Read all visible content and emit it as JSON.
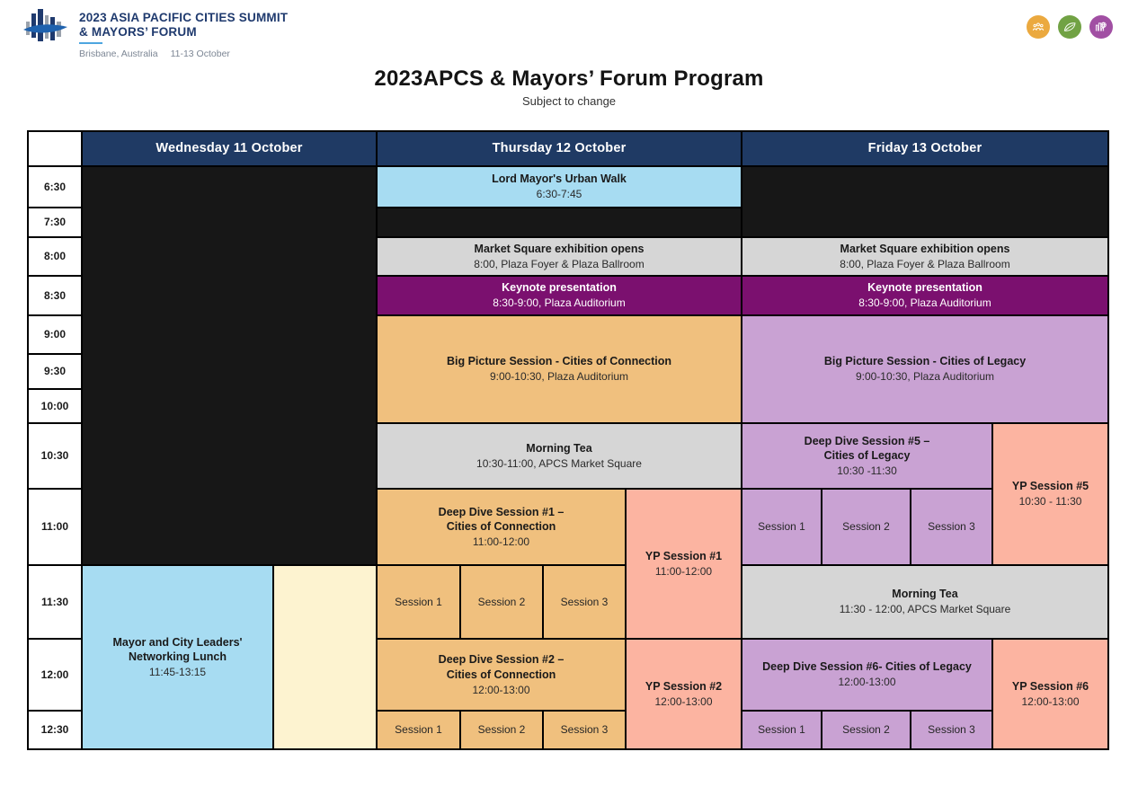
{
  "brand": {
    "line1": "2023 ASIA PACIFIC CITIES SUMMIT",
    "line2": "& MAYORS’ FORUM",
    "location": "Brisbane, Australia",
    "dates": "11-13 October"
  },
  "theme_icons": [
    {
      "name": "people-icon",
      "color": "#eba93f"
    },
    {
      "name": "leaf-icon",
      "color": "#71a244"
    },
    {
      "name": "city-globe-icon",
      "color": "#a14fa3"
    }
  ],
  "page": {
    "title": "2023APCS & Mayors’ Forum Program",
    "subtitle": "Subject to change"
  },
  "colors": {
    "header_navy": "#1f3a64",
    "empty_black": "#171717",
    "light_blue": "#a7dcf2",
    "gray": "#d6d6d6",
    "keynote_purple": "#7b106f",
    "connection_tan": "#f0c07e",
    "legacy_lavender": "#c9a2d3",
    "yp_salmon": "#fcb4a1",
    "cream": "#fdf3d0"
  },
  "schedule": {
    "days": [
      "Wednesday 11 October",
      "Thursday 12 October",
      "Friday 13 October"
    ],
    "times": [
      "6:30",
      "7:30",
      "8:00",
      "8:30",
      "9:00",
      "9:30",
      "10:00",
      "10:30",
      "11:00",
      "11:30",
      "12:00",
      "12:30"
    ],
    "sessions": [
      "Session 1",
      "Session 2",
      "Session 3"
    ],
    "events": {
      "urban_walk": {
        "title": "Lord Mayor's Urban Walk",
        "detail": "6:30-7:45"
      },
      "market_sq_thu": {
        "title": "Market Square exhibition opens",
        "detail": "8:00, Plaza Foyer & Plaza Ballroom"
      },
      "market_sq_fri": {
        "title": "Market Square exhibition opens",
        "detail": "8:00, Plaza Foyer & Plaza Ballroom"
      },
      "keynote_thu": {
        "title": "Keynote presentation",
        "detail": "8:30-9:00, Plaza Auditorium"
      },
      "keynote_fri": {
        "title": "Keynote presentation",
        "detail": "8:30-9:00, Plaza Auditorium"
      },
      "big_picture_thu": {
        "title": "Big Picture Session - Cities of Connection",
        "detail": "9:00-10:30, Plaza Auditorium"
      },
      "big_picture_fri": {
        "title": "Big Picture Session - Cities of Legacy",
        "detail": "9:00-10:30, Plaza Auditorium"
      },
      "morning_tea_thu": {
        "title": "Morning Tea",
        "detail": "10:30-11:00, APCS Market Square"
      },
      "morning_tea_fri": {
        "title": "Morning Tea",
        "detail": "11:30 - 12:00, APCS Market Square"
      },
      "dd1": {
        "line1": "Deep Dive Session #1 –",
        "line2": "Cities of Connection",
        "detail": "11:00-12:00"
      },
      "dd2": {
        "line1": "Deep Dive Session #2 –",
        "line2": "Cities of Connection",
        "detail": "12:00-13:00"
      },
      "dd5": {
        "line1": "Deep Dive Session #5 –",
        "line2": "Cities of Legacy",
        "detail": "10:30 -11:30"
      },
      "dd6": {
        "line1": "Deep Dive Session #6- Cities of Legacy",
        "detail": "12:00-13:00"
      },
      "yp1": {
        "title": "YP Session #1",
        "detail": "11:00-12:00"
      },
      "yp2": {
        "title": "YP Session #2",
        "detail": "12:00-13:00"
      },
      "yp5": {
        "title": "YP Session #5",
        "detail": "10:30 - 11:30"
      },
      "yp6": {
        "title": "YP Session #6",
        "detail": "12:00-13:00"
      },
      "lunch": {
        "line1": "Mayor and City Leaders'",
        "line2": "Networking Lunch",
        "detail": "11:45-13:15"
      }
    }
  }
}
